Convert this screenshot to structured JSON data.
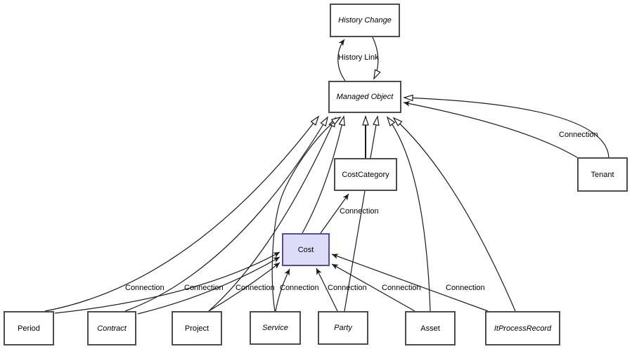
{
  "diagram": {
    "colors": {
      "background": "#ffffff",
      "node_fill": "#ffffff",
      "selected_node_fill": "#dcdcf8",
      "node_border": "#4d4d4d",
      "line": "#1a1a1a",
      "text": "#000000"
    },
    "nodes": {
      "history_change": {
        "label": "History Change",
        "abstract": true,
        "selected": false
      },
      "managed_object": {
        "label": "Managed Object",
        "abstract": true,
        "selected": false
      },
      "cost_category": {
        "label": "CostCategory",
        "abstract": false,
        "selected": false
      },
      "cost": {
        "label": "Cost",
        "abstract": false,
        "selected": true
      },
      "tenant": {
        "label": "Tenant",
        "abstract": false,
        "selected": false
      },
      "period": {
        "label": "Period",
        "abstract": false,
        "selected": false
      },
      "contract": {
        "label": "Contract",
        "abstract": true,
        "selected": false
      },
      "project": {
        "label": "Project",
        "abstract": false,
        "selected": false
      },
      "service": {
        "label": "Service",
        "abstract": true,
        "selected": false
      },
      "party": {
        "label": "Party",
        "abstract": true,
        "selected": false
      },
      "asset": {
        "label": "Asset",
        "abstract": false,
        "selected": false
      },
      "it_process_record": {
        "label": "ItProcessRecord",
        "abstract": true,
        "selected": false
      }
    },
    "edge_labels": {
      "history_link": "History Link",
      "connection": "Connection"
    },
    "edges": [
      {
        "from": "history_change",
        "to": "managed_object",
        "type": "generalization",
        "label": ""
      },
      {
        "from": "managed_object",
        "to": "history_change",
        "type": "association",
        "label": "History Link"
      },
      {
        "from": "period",
        "to": "managed_object",
        "type": "generalization",
        "label": ""
      },
      {
        "from": "contract",
        "to": "managed_object",
        "type": "generalization",
        "label": ""
      },
      {
        "from": "project",
        "to": "managed_object",
        "type": "generalization",
        "label": ""
      },
      {
        "from": "service",
        "to": "managed_object",
        "type": "generalization",
        "label": ""
      },
      {
        "from": "party",
        "to": "managed_object",
        "type": "generalization",
        "label": ""
      },
      {
        "from": "asset",
        "to": "managed_object",
        "type": "generalization",
        "label": ""
      },
      {
        "from": "it_process_record",
        "to": "managed_object",
        "type": "generalization",
        "label": ""
      },
      {
        "from": "cost",
        "to": "managed_object",
        "type": "generalization",
        "label": ""
      },
      {
        "from": "cost_category",
        "to": "managed_object",
        "type": "generalization",
        "label": ""
      },
      {
        "from": "tenant",
        "to": "managed_object",
        "type": "generalization",
        "label": ""
      },
      {
        "from": "tenant",
        "to": "managed_object",
        "type": "association",
        "label": "Connection"
      },
      {
        "from": "cost",
        "to": "cost_category",
        "type": "association",
        "label": "Connection"
      },
      {
        "from": "period",
        "to": "cost",
        "type": "association",
        "label": "Connection"
      },
      {
        "from": "contract",
        "to": "cost",
        "type": "association",
        "label": "Connection"
      },
      {
        "from": "project",
        "to": "cost",
        "type": "association",
        "label": "Connection"
      },
      {
        "from": "service",
        "to": "cost",
        "type": "association",
        "label": "Connection"
      },
      {
        "from": "party",
        "to": "cost",
        "type": "association",
        "label": "Connection"
      },
      {
        "from": "asset",
        "to": "cost",
        "type": "association",
        "label": "Connection"
      },
      {
        "from": "it_process_record",
        "to": "cost",
        "type": "association",
        "label": "Connection"
      }
    ]
  }
}
